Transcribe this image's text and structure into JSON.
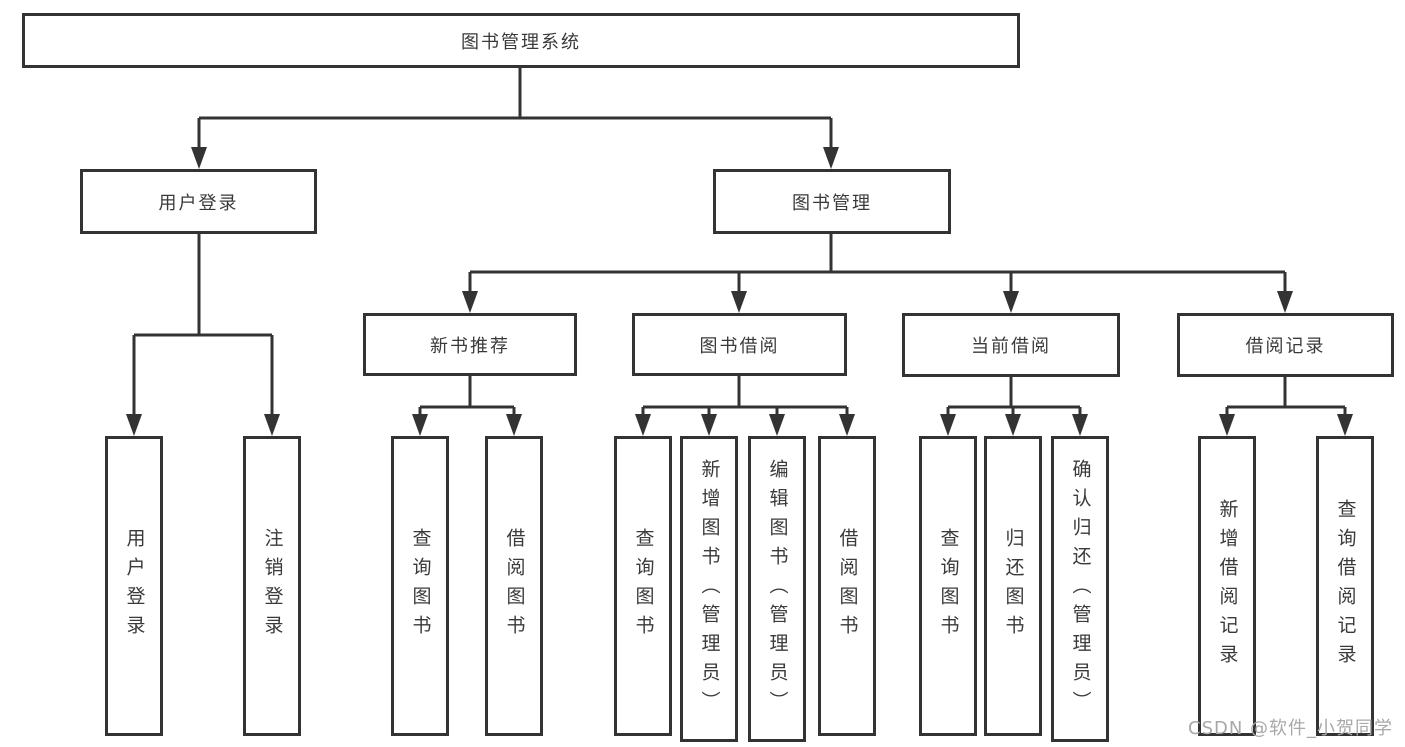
{
  "colors": {
    "line": "#333333",
    "text": "#3a3a3a",
    "watermark": "#a8a8a8",
    "background": "#ffffff"
  },
  "root": {
    "label": "图书管理系统"
  },
  "level1": {
    "user_login": {
      "label": "用户登录",
      "children": [
        {
          "label": "用户登录"
        },
        {
          "label": "注销登录"
        }
      ]
    },
    "book_management": {
      "label": "图书管理",
      "children": [
        {
          "label": "新书推荐",
          "children": [
            {
              "label": "查询图书"
            },
            {
              "label": "借阅图书"
            }
          ]
        },
        {
          "label": "图书借阅",
          "children": [
            {
              "label": "查询图书"
            },
            {
              "label": "新增图书（管理员）"
            },
            {
              "label": "编辑图书（管理员）"
            },
            {
              "label": "借阅图书"
            }
          ]
        },
        {
          "label": "当前借阅",
          "children": [
            {
              "label": "查询图书"
            },
            {
              "label": "归还图书"
            },
            {
              "label": "确认归还（管理员）"
            }
          ]
        },
        {
          "label": "借阅记录",
          "children": [
            {
              "label": "新增借阅记录"
            },
            {
              "label": "查询借阅记录"
            }
          ]
        }
      ]
    }
  },
  "watermark": {
    "text": "CSDN @软件_小贺同学"
  }
}
